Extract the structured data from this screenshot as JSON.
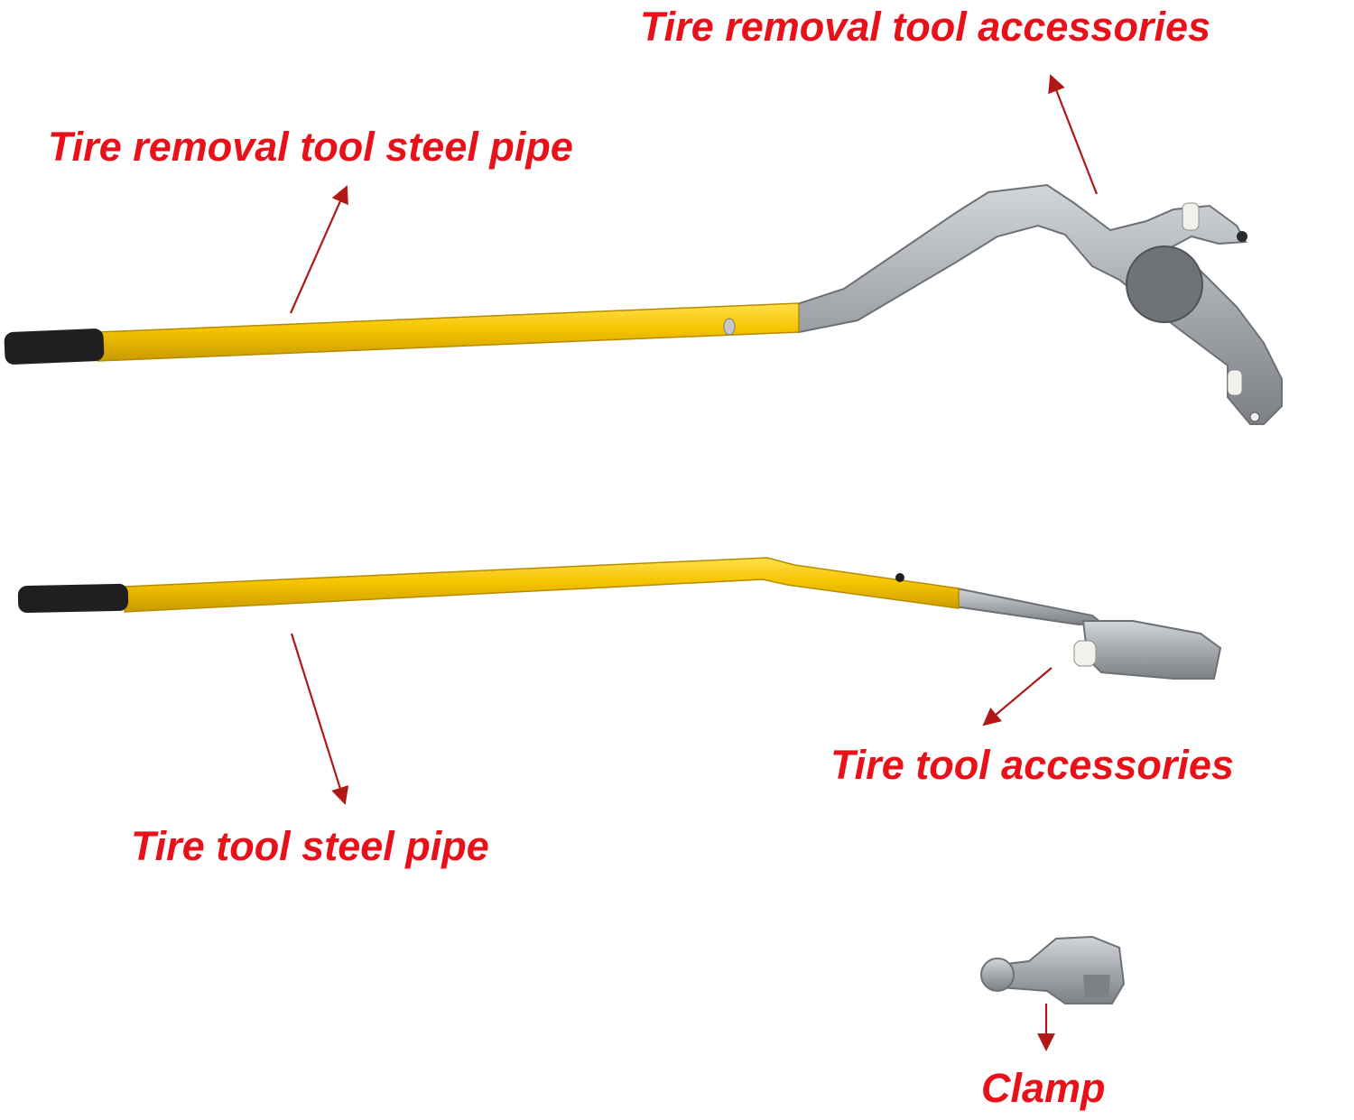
{
  "labels": {
    "removal_accessories": "Tire removal tool accessories",
    "removal_pipe": "Tire removal tool steel pipe",
    "tool_accessories": "Tire tool accessories",
    "tool_pipe": "Tire tool steel pipe",
    "clamp": "Clamp"
  },
  "colors": {
    "label_text": "#e8111a",
    "arrow": "#b01818",
    "pipe_yellow": "#f6c400",
    "grip_black": "#1f1f1f",
    "steel": "#a8acb0"
  }
}
